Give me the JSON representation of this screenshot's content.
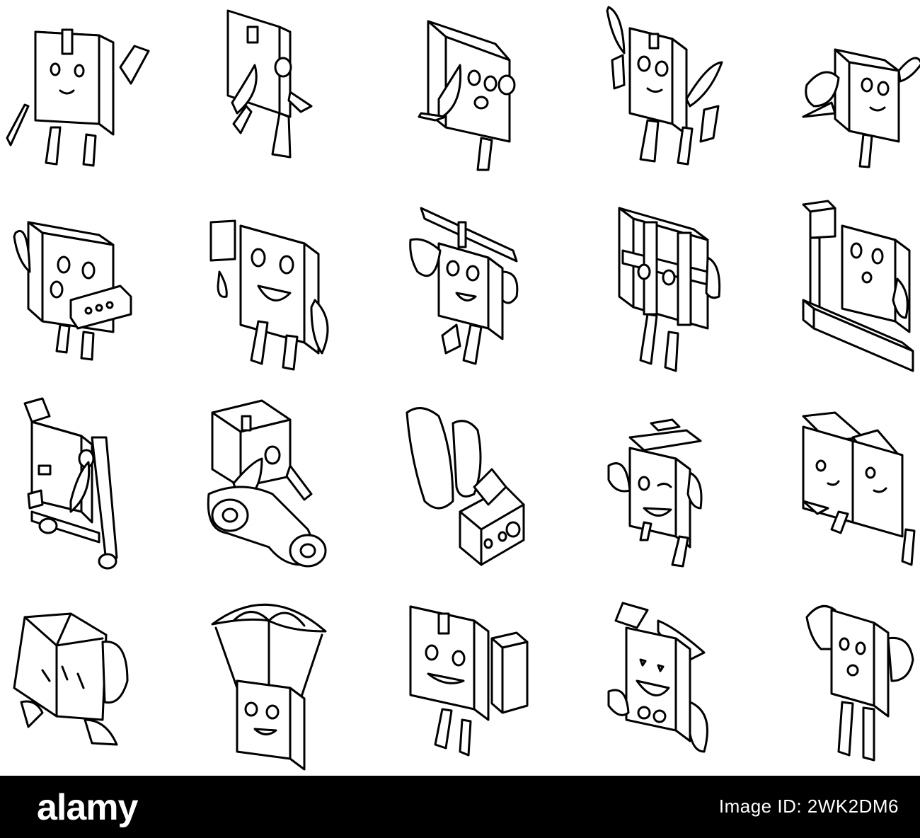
{
  "illustration": {
    "description_kind": "isometric outline icon set",
    "line_color": "#000000",
    "background_color": "#ffffff",
    "icons": [
      {
        "name": "box-character-waving-icon"
      },
      {
        "name": "box-character-walking-icon"
      },
      {
        "name": "box-character-running-icon"
      },
      {
        "name": "box-character-flying-wings-icon"
      },
      {
        "name": "box-character-bee-icon"
      },
      {
        "name": "box-character-chat-bubble-icon"
      },
      {
        "name": "box-character-holding-parcel-icon"
      },
      {
        "name": "box-character-propeller-icon"
      },
      {
        "name": "box-character-taped-icon"
      },
      {
        "name": "box-character-in-frame-icon"
      },
      {
        "name": "box-character-scooter-icon"
      },
      {
        "name": "box-character-motorbike-icon"
      },
      {
        "name": "box-character-winged-icon"
      },
      {
        "name": "box-character-hat-winking-icon"
      },
      {
        "name": "box-character-double-open-icon"
      },
      {
        "name": "box-character-crumpled-icon"
      },
      {
        "name": "box-character-parachute-icon"
      },
      {
        "name": "box-character-carrying-box-icon"
      },
      {
        "name": "box-character-open-lid-icon"
      },
      {
        "name": "box-character-strong-icon"
      }
    ]
  },
  "stock_bar": {
    "background_color": "#000000",
    "text_color": "#ffffff",
    "logo_text": "alamy",
    "image_id": "Image ID: 2WK2DM6",
    "url": "www.alamy.com"
  }
}
